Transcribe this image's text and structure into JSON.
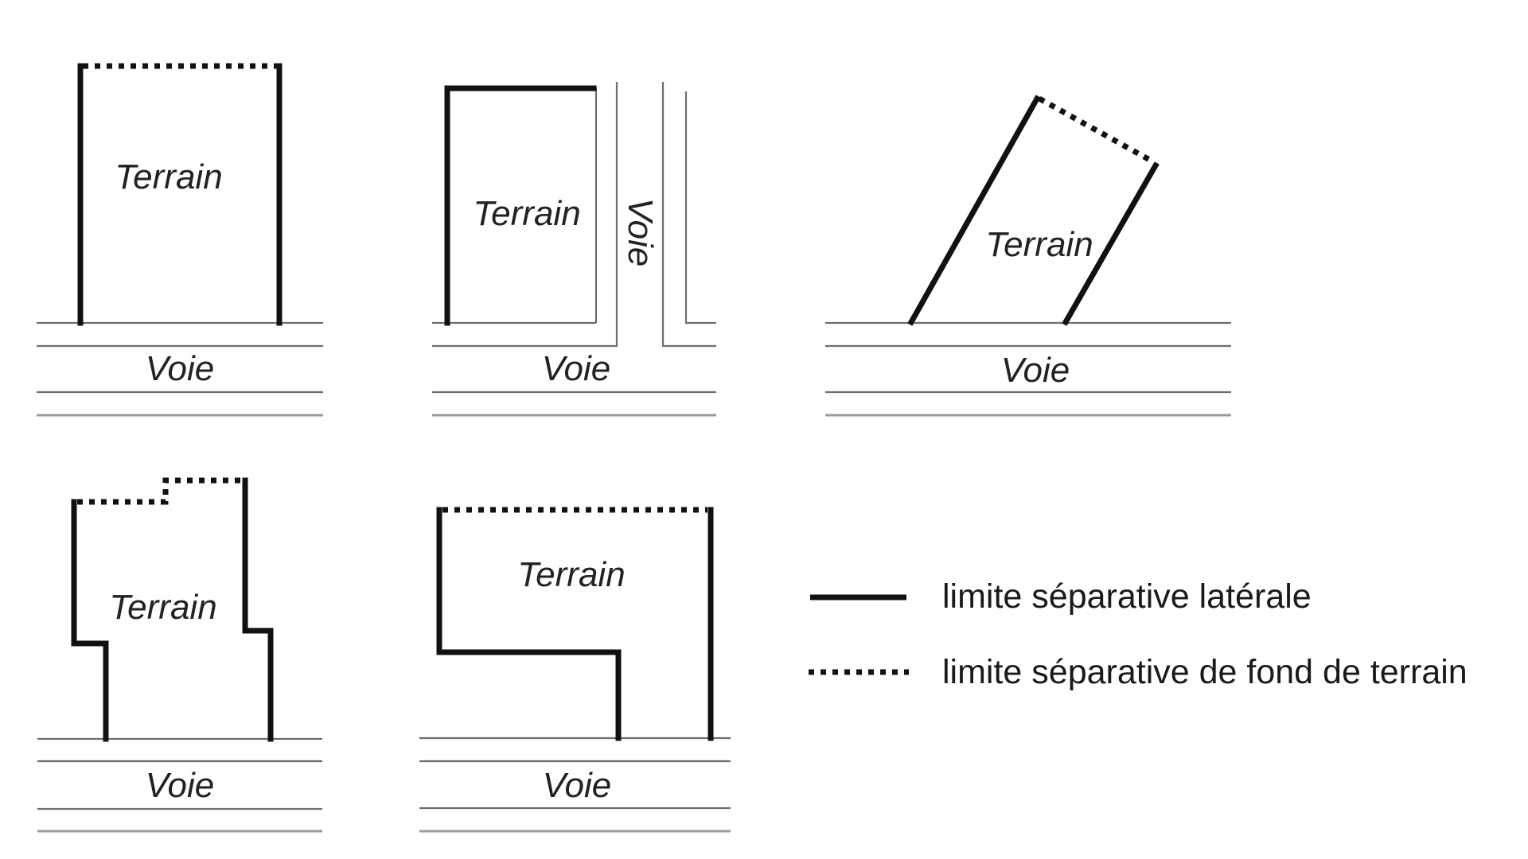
{
  "diagram": {
    "panels": [
      {
        "id": "rectangulaire",
        "terrain_label": "Terrain",
        "voie_label": "Voie"
      },
      {
        "id": "angle",
        "terrain_label": "Terrain",
        "voie_label": "Voie",
        "voie_lateral_label": "Voie"
      },
      {
        "id": "oblique",
        "terrain_label": "Terrain",
        "voie_label": "Voie"
      },
      {
        "id": "decroche",
        "terrain_label": "Terrain",
        "voie_label": "Voie"
      },
      {
        "id": "en-l",
        "terrain_label": "Terrain",
        "voie_label": "Voie"
      }
    ],
    "legend": {
      "items": [
        {
          "style": "solid",
          "label": "limite séparative latérale"
        },
        {
          "style": "dotted",
          "label": "limite séparative de fond de terrain"
        }
      ]
    },
    "colors": {
      "line": "#111111",
      "road": "#6e6e6e",
      "background": "#ffffff"
    }
  }
}
